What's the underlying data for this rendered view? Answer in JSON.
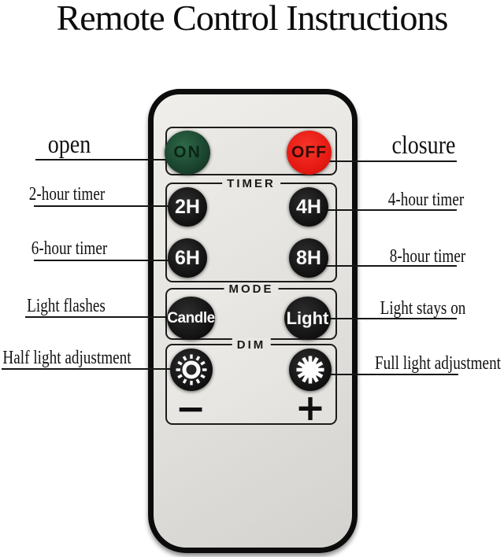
{
  "title": "Remote Control Instructions",
  "remote": {
    "power": {
      "on": "ON",
      "off": "OFF"
    },
    "timer": {
      "heading": "TIMER",
      "btn_2h": "2H",
      "btn_4h": "4H",
      "btn_6h": "6H",
      "btn_8h": "8H"
    },
    "mode": {
      "heading": "MODE",
      "btn_candle": "Candle",
      "btn_light": "Light"
    },
    "dim": {
      "heading": "DIM",
      "minus": "−",
      "plus": "+",
      "low_icon": "dim-sun-outline-icon",
      "high_icon": "bright-sun-filled-icon"
    }
  },
  "labels": {
    "open": "open",
    "closure": "closure",
    "timer_2h": "2-hour timer",
    "timer_4h": "4-hour timer",
    "timer_6h": "6-hour timer",
    "timer_8h": "8-hour timer",
    "light_flashes": "Light flashes",
    "light_stays_on": "Light stays on",
    "half_light": "Half light adjustment",
    "full_light": "Full light adjustment"
  },
  "colors": {
    "on_button": "#1e4f33",
    "off_button": "#ee1c15",
    "dark_button": "#111111",
    "remote_body": "#e4e2de",
    "callout_line": "#161616",
    "button_text": "#fafafa"
  }
}
